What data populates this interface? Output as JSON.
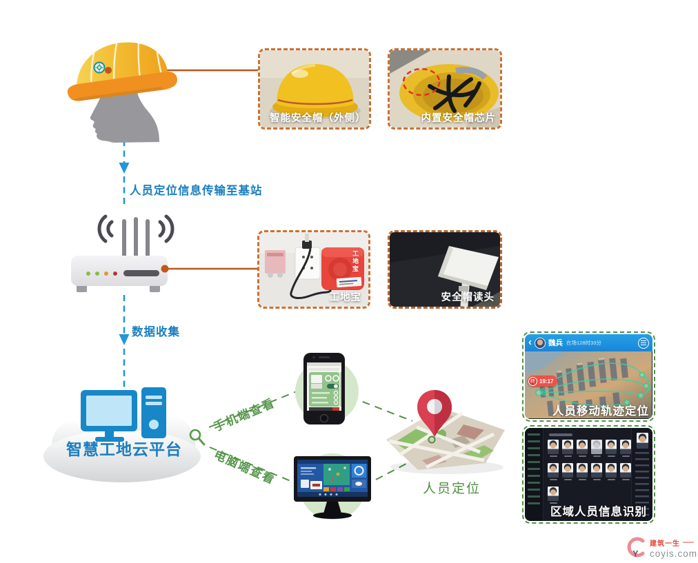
{
  "labels": {
    "transmit": "人员定位信息传输至基站",
    "collect": "数据收集",
    "cloud": "智慧工地云平台",
    "mobile_view": "手机端查看",
    "pc_view": "电脑端查看",
    "map": "人员定位"
  },
  "photos": {
    "helmet_outside": "智能安全帽（外侧）",
    "helmet_chip": "内置安全帽芯片",
    "site_device": "工地宝",
    "device_label": "工地宝",
    "helmet_reader": "安全帽读头"
  },
  "trajectory_app": {
    "back_icon": "‹",
    "person_name": "魏兵",
    "person_status": "在场128时33分",
    "badge_char": "终",
    "badge_time": "19:17",
    "caption": "人员移动轨迹定位"
  },
  "recognition_app": {
    "caption": "区域人员信息识别"
  },
  "watermark": {
    "logo_y": "Y",
    "brand": "建筑一生",
    "site": "coyis.com"
  },
  "colors": {
    "flow_blue": "#1a7fc0",
    "dash_blue": "#2297d8",
    "connector_orange": "#b9571f",
    "photo_border_orange": "#cc7033",
    "green": "#4e9140",
    "app_header_blue": "#1e8fdb",
    "badge_red": "#ef5148",
    "helmet_yellow": "#f0b524"
  }
}
